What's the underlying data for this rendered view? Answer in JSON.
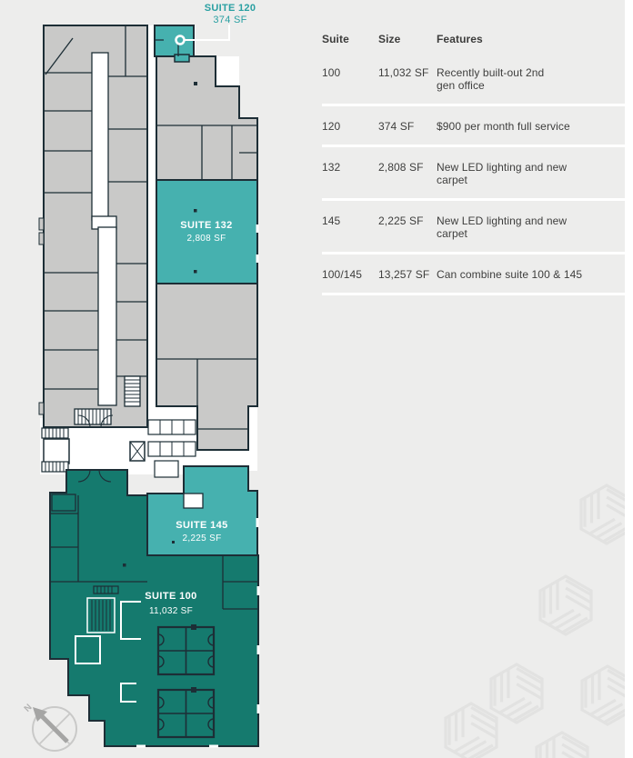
{
  "plan": {
    "suite120": {
      "title": "SUITE 120",
      "size": "374 SF"
    },
    "suite132": {
      "title": "SUITE 132",
      "size": "2,808 SF"
    },
    "suite145": {
      "title": "SUITE 145",
      "size": "2,225 SF"
    },
    "suite100": {
      "title": "SUITE 100",
      "size": "11,032 SF"
    },
    "compass": {
      "north": "N"
    }
  },
  "table": {
    "headers": [
      "Suite",
      "Size",
      "Features"
    ],
    "rows": [
      {
        "suite": "100",
        "size": "11,032 SF",
        "features": "Recently built-out 2nd\ngen office"
      },
      {
        "suite": "120",
        "size": "374 SF",
        "features": "$900 per month full service"
      },
      {
        "suite": "132",
        "size": "2,808 SF",
        "features": "New LED lighting and new\ncarpet"
      },
      {
        "suite": "145",
        "size": "2,225 SF",
        "features": "New LED lighting and new\ncarpet"
      },
      {
        "suite": "100/145",
        "size": "13,257 SF",
        "features": "Can combine suite 100 & 145"
      }
    ]
  },
  "colors": {
    "background": "#EDEDEC",
    "teal_suite": "#46B1AF",
    "teal_suite_dark": "#157A6E",
    "callout_teal": "#2AA0A2",
    "wall": "#1D2E36",
    "room_gray": "#C9C9C8",
    "watermark": "#E2E2E1",
    "table_text": "#3E3E3D"
  }
}
